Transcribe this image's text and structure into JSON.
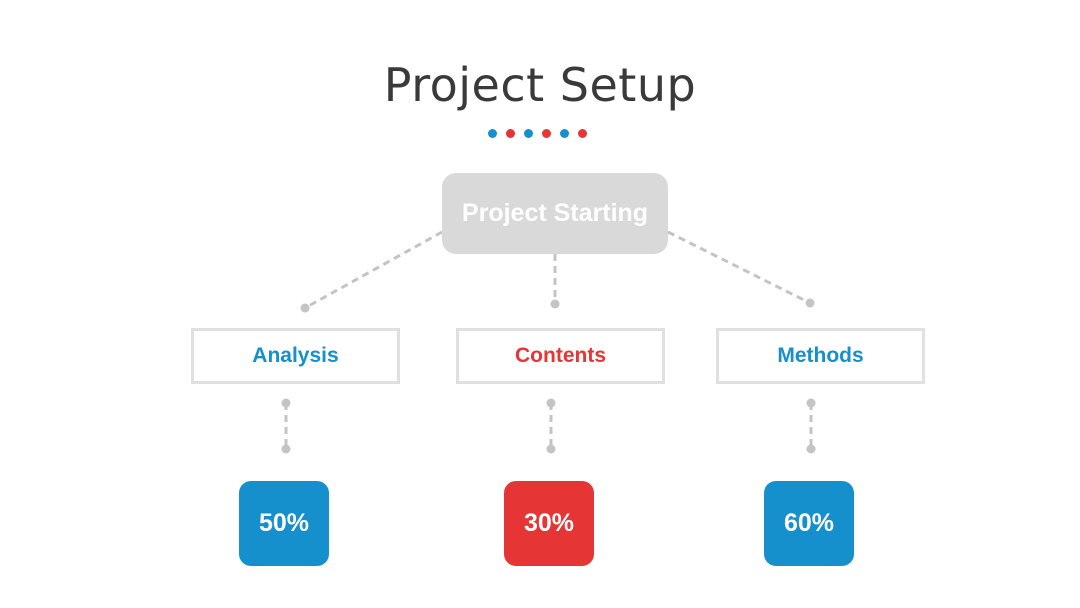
{
  "title": "Project Setup",
  "colors": {
    "blue": "#1690cc",
    "red": "#e63535",
    "gray": "#d9d9d9",
    "line": "#c4c4c4"
  },
  "decor_dots": [
    "#1690cc",
    "#e63535",
    "#1690cc",
    "#e63535",
    "#1690cc",
    "#e63535"
  ],
  "root": {
    "label": "Project Starting"
  },
  "nodes": [
    {
      "label": "Analysis",
      "color": "#1690cc",
      "value": "50%"
    },
    {
      "label": "Contents",
      "color": "#e63535",
      "value": "30%"
    },
    {
      "label": "Methods",
      "color": "#1690cc",
      "value": "60%"
    }
  ]
}
